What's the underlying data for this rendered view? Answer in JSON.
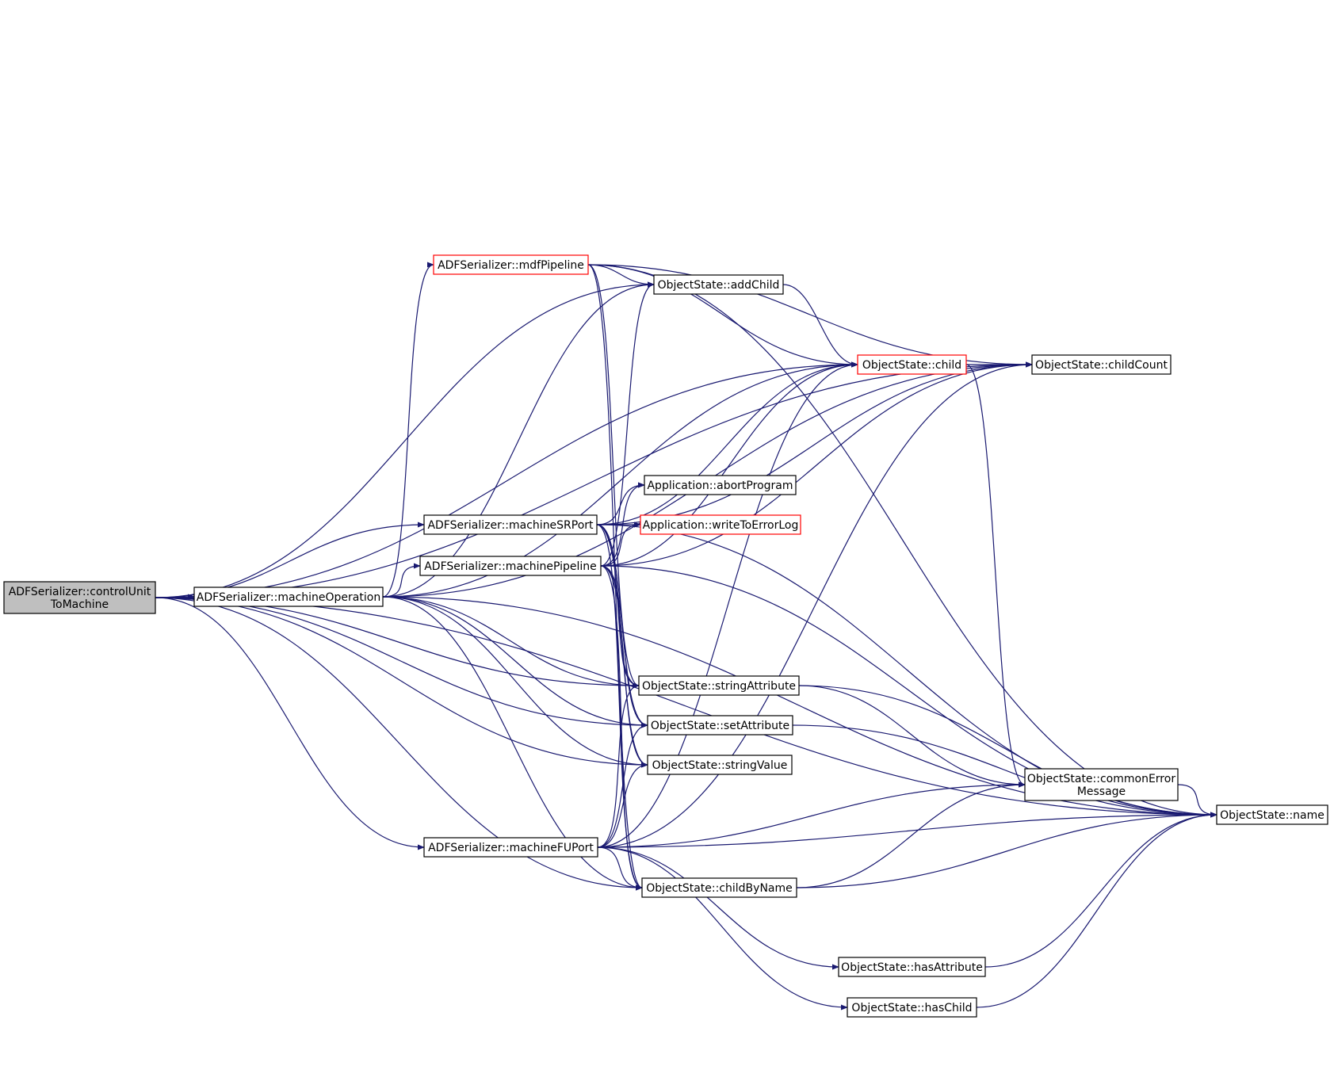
{
  "diagram": {
    "type": "call-graph",
    "edge_color": "#191970",
    "highlight_color": "#ff0000",
    "root_fill": "#bfbfbf",
    "nodes": [
      {
        "id": "controlUnitToMachine",
        "lines": [
          "ADFSerializer::controlUnit",
          "ToMachine"
        ],
        "style": "root"
      },
      {
        "id": "machineOperation",
        "lines": [
          "ADFSerializer::machineOperation"
        ],
        "style": "normal"
      },
      {
        "id": "mdfPipeline",
        "lines": [
          "ADFSerializer::mdfPipeline"
        ],
        "style": "red"
      },
      {
        "id": "machineSRPort",
        "lines": [
          "ADFSerializer::machineSRPort"
        ],
        "style": "normal"
      },
      {
        "id": "machinePipeline",
        "lines": [
          "ADFSerializer::machinePipeline"
        ],
        "style": "normal"
      },
      {
        "id": "machineFUPort",
        "lines": [
          "ADFSerializer::machineFUPort"
        ],
        "style": "normal"
      },
      {
        "id": "addChild",
        "lines": [
          "ObjectState::addChild"
        ],
        "style": "normal"
      },
      {
        "id": "abortProgram",
        "lines": [
          "Application::abortProgram"
        ],
        "style": "normal"
      },
      {
        "id": "writeToErrorLog",
        "lines": [
          "Application::writeToErrorLog"
        ],
        "style": "red"
      },
      {
        "id": "stringAttribute",
        "lines": [
          "ObjectState::stringAttribute"
        ],
        "style": "normal"
      },
      {
        "id": "setAttribute",
        "lines": [
          "ObjectState::setAttribute"
        ],
        "style": "normal"
      },
      {
        "id": "stringValue",
        "lines": [
          "ObjectState::stringValue"
        ],
        "style": "normal"
      },
      {
        "id": "childByName",
        "lines": [
          "ObjectState::childByName"
        ],
        "style": "normal"
      },
      {
        "id": "hasAttribute",
        "lines": [
          "ObjectState::hasAttribute"
        ],
        "style": "normal"
      },
      {
        "id": "hasChild",
        "lines": [
          "ObjectState::hasChild"
        ],
        "style": "normal"
      },
      {
        "id": "child",
        "lines": [
          "ObjectState::child"
        ],
        "style": "red"
      },
      {
        "id": "childCount",
        "lines": [
          "ObjectState::childCount"
        ],
        "style": "normal"
      },
      {
        "id": "commonErrorMessage",
        "lines": [
          "ObjectState::commonError",
          "Message"
        ],
        "style": "normal"
      },
      {
        "id": "name",
        "lines": [
          "ObjectState::name"
        ],
        "style": "normal"
      }
    ],
    "edges": [
      [
        "controlUnitToMachine",
        "machineOperation"
      ],
      [
        "controlUnitToMachine",
        "machineSRPort"
      ],
      [
        "controlUnitToMachine",
        "machineFUPort"
      ],
      [
        "controlUnitToMachine",
        "addChild"
      ],
      [
        "controlUnitToMachine",
        "child"
      ],
      [
        "controlUnitToMachine",
        "childCount"
      ],
      [
        "controlUnitToMachine",
        "name"
      ],
      [
        "controlUnitToMachine",
        "stringAttribute"
      ],
      [
        "controlUnitToMachine",
        "setAttribute"
      ],
      [
        "controlUnitToMachine",
        "stringValue"
      ],
      [
        "controlUnitToMachine",
        "childByName"
      ],
      [
        "machineOperation",
        "machinePipeline"
      ],
      [
        "machineOperation",
        "mdfPipeline"
      ],
      [
        "machineOperation",
        "addChild"
      ],
      [
        "machineOperation",
        "child"
      ],
      [
        "machineOperation",
        "childCount"
      ],
      [
        "machineOperation",
        "stringAttribute"
      ],
      [
        "machineOperation",
        "setAttribute"
      ],
      [
        "machineOperation",
        "stringValue"
      ],
      [
        "machineOperation",
        "childByName"
      ],
      [
        "machineOperation",
        "name"
      ],
      [
        "mdfPipeline",
        "addChild"
      ],
      [
        "mdfPipeline",
        "child"
      ],
      [
        "mdfPipeline",
        "childCount"
      ],
      [
        "mdfPipeline",
        "name"
      ],
      [
        "mdfPipeline",
        "stringAttribute"
      ],
      [
        "mdfPipeline",
        "childByName"
      ],
      [
        "machineSRPort",
        "abortProgram"
      ],
      [
        "machineSRPort",
        "writeToErrorLog"
      ],
      [
        "machineSRPort",
        "child"
      ],
      [
        "machineSRPort",
        "childCount"
      ],
      [
        "machineSRPort",
        "name"
      ],
      [
        "machineSRPort",
        "stringAttribute"
      ],
      [
        "machineSRPort",
        "setAttribute"
      ],
      [
        "machineSRPort",
        "stringValue"
      ],
      [
        "machineSRPort",
        "childByName"
      ],
      [
        "machinePipeline",
        "addChild"
      ],
      [
        "machinePipeline",
        "abortProgram"
      ],
      [
        "machinePipeline",
        "writeToErrorLog"
      ],
      [
        "machinePipeline",
        "child"
      ],
      [
        "machinePipeline",
        "childCount"
      ],
      [
        "machinePipeline",
        "name"
      ],
      [
        "machinePipeline",
        "stringAttribute"
      ],
      [
        "machinePipeline",
        "setAttribute"
      ],
      [
        "machinePipeline",
        "stringValue"
      ],
      [
        "machinePipeline",
        "childByName"
      ],
      [
        "machineFUPort",
        "stringAttribute"
      ],
      [
        "machineFUPort",
        "setAttribute"
      ],
      [
        "machineFUPort",
        "stringValue"
      ],
      [
        "machineFUPort",
        "child"
      ],
      [
        "machineFUPort",
        "childCount"
      ],
      [
        "machineFUPort",
        "childByName"
      ],
      [
        "machineFUPort",
        "name"
      ],
      [
        "machineFUPort",
        "hasAttribute"
      ],
      [
        "machineFUPort",
        "hasChild"
      ],
      [
        "machineFUPort",
        "commonErrorMessage"
      ],
      [
        "addChild",
        "child"
      ],
      [
        "child",
        "childCount"
      ],
      [
        "child",
        "commonErrorMessage"
      ],
      [
        "stringAttribute",
        "name"
      ],
      [
        "stringAttribute",
        "commonErrorMessage"
      ],
      [
        "setAttribute",
        "name"
      ],
      [
        "childByName",
        "commonErrorMessage"
      ],
      [
        "childByName",
        "name"
      ],
      [
        "commonErrorMessage",
        "name"
      ],
      [
        "hasAttribute",
        "name"
      ],
      [
        "hasChild",
        "name"
      ]
    ]
  }
}
